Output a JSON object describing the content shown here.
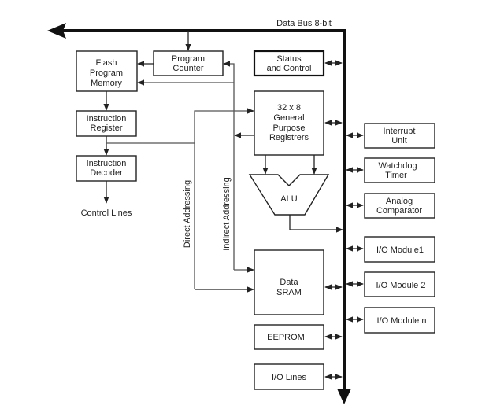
{
  "diagram": {
    "bus_label": "Data Bus 8-bit",
    "blocks": {
      "flash": [
        "Flash",
        "Program",
        "Memory"
      ],
      "program_counter": [
        "Program",
        "Counter"
      ],
      "status_control": [
        "Status",
        "and Control"
      ],
      "gpr": [
        "32 x 8",
        "General",
        "Purpose",
        "Registrers"
      ],
      "instruction_register": [
        "Instruction",
        "Register"
      ],
      "instruction_decoder": [
        "Instruction",
        "Decoder"
      ],
      "alu": "ALU",
      "data_sram": [
        "Data",
        "SRAM"
      ],
      "eeprom": "EEPROM",
      "io_lines": "I/O Lines",
      "interrupt_unit": [
        "Interrupt",
        "Unit"
      ],
      "watchdog_timer": [
        "Watchdog",
        "Timer"
      ],
      "analog_comparator": [
        "Analog",
        "Comparator"
      ],
      "io_module_1": "I/O Module1",
      "io_module_2": "I/O Module 2",
      "io_module_n": "I/O Module n"
    },
    "labels": {
      "control_lines": "Control Lines",
      "direct_addressing": "Direct Addressing",
      "indirect_addressing": "Indirect Addressing"
    }
  }
}
